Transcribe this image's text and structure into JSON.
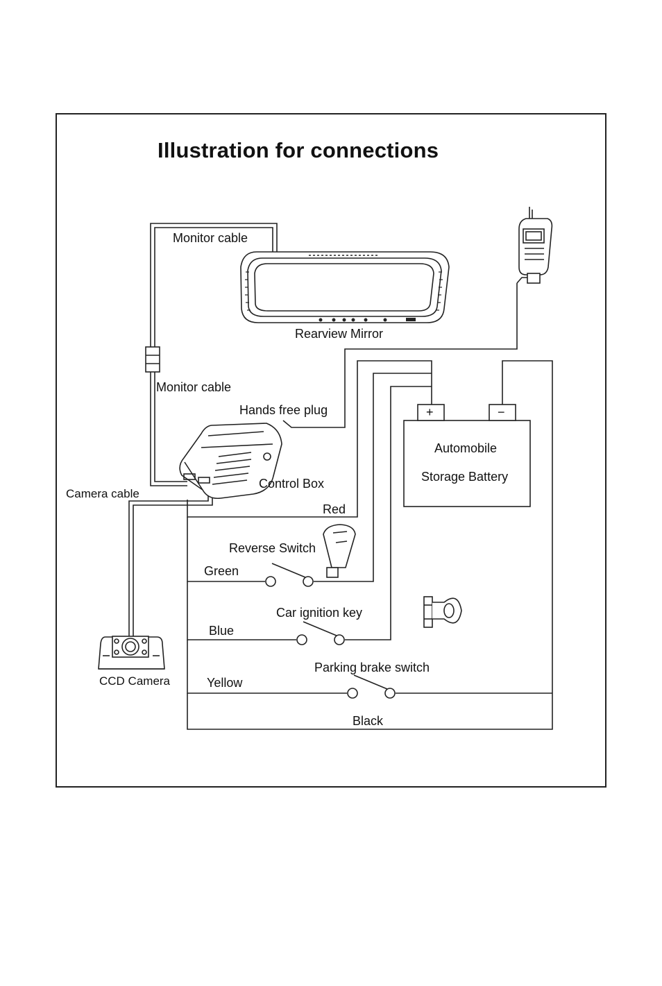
{
  "title": "Illustration for connections",
  "labels": {
    "monitor_cable_top": "Monitor cable",
    "rearview_mirror": "Rearview Mirror",
    "monitor_cable_mid": "Monitor cable",
    "hands_free_plug": "Hands free plug",
    "control_box": "Control Box",
    "camera_cable": "Camera cable",
    "battery_line1": "Automobile",
    "battery_line2": "Storage Battery",
    "battery_plus": "+",
    "battery_minus": "−",
    "red": "Red",
    "reverse_switch": "Reverse Switch",
    "green": "Green",
    "car_ignition_key": "Car ignition key",
    "blue": "Blue",
    "ccd_camera": "CCD Camera",
    "parking_brake_switch": "Parking brake switch",
    "yellow": "Yellow",
    "black": "Black"
  },
  "icons": [
    "rearview-mirror-icon",
    "phone-icon",
    "control-box-icon",
    "battery-icon",
    "gear-shift-icon",
    "ignition-key-icon",
    "ccd-camera-icon"
  ]
}
